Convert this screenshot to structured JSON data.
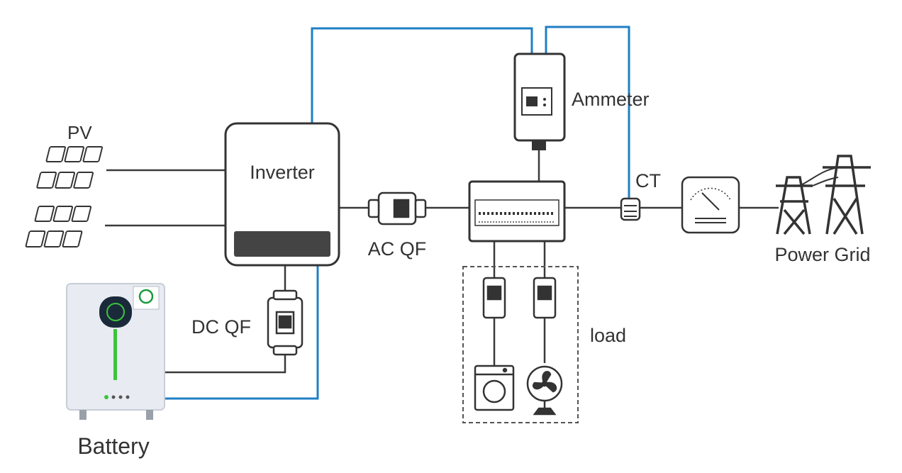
{
  "labels": {
    "pv": "PV",
    "inverter": "Inverter",
    "ammeter": "Ammeter",
    "ct": "CT",
    "ac_qf": "AC QF",
    "dc_qf": "DC QF",
    "load": "load",
    "power_grid": "Power Grid",
    "battery": "Battery"
  },
  "colors": {
    "power_line": "#3a3a3a",
    "communication_line": "#1f7fc4",
    "device_outline": "#333333",
    "battery_body": "#e8ecf2",
    "battery_led": "#3cc43c",
    "background": "#ffffff"
  },
  "icons": [
    "solar-panel-icon",
    "inverter-icon",
    "breaker-icon",
    "ammeter-icon",
    "distribution-box-icon",
    "ct-clamp-icon",
    "grid-meter-icon",
    "transmission-tower-icon",
    "washing-machine-icon",
    "fan-icon",
    "battery-icon"
  ]
}
